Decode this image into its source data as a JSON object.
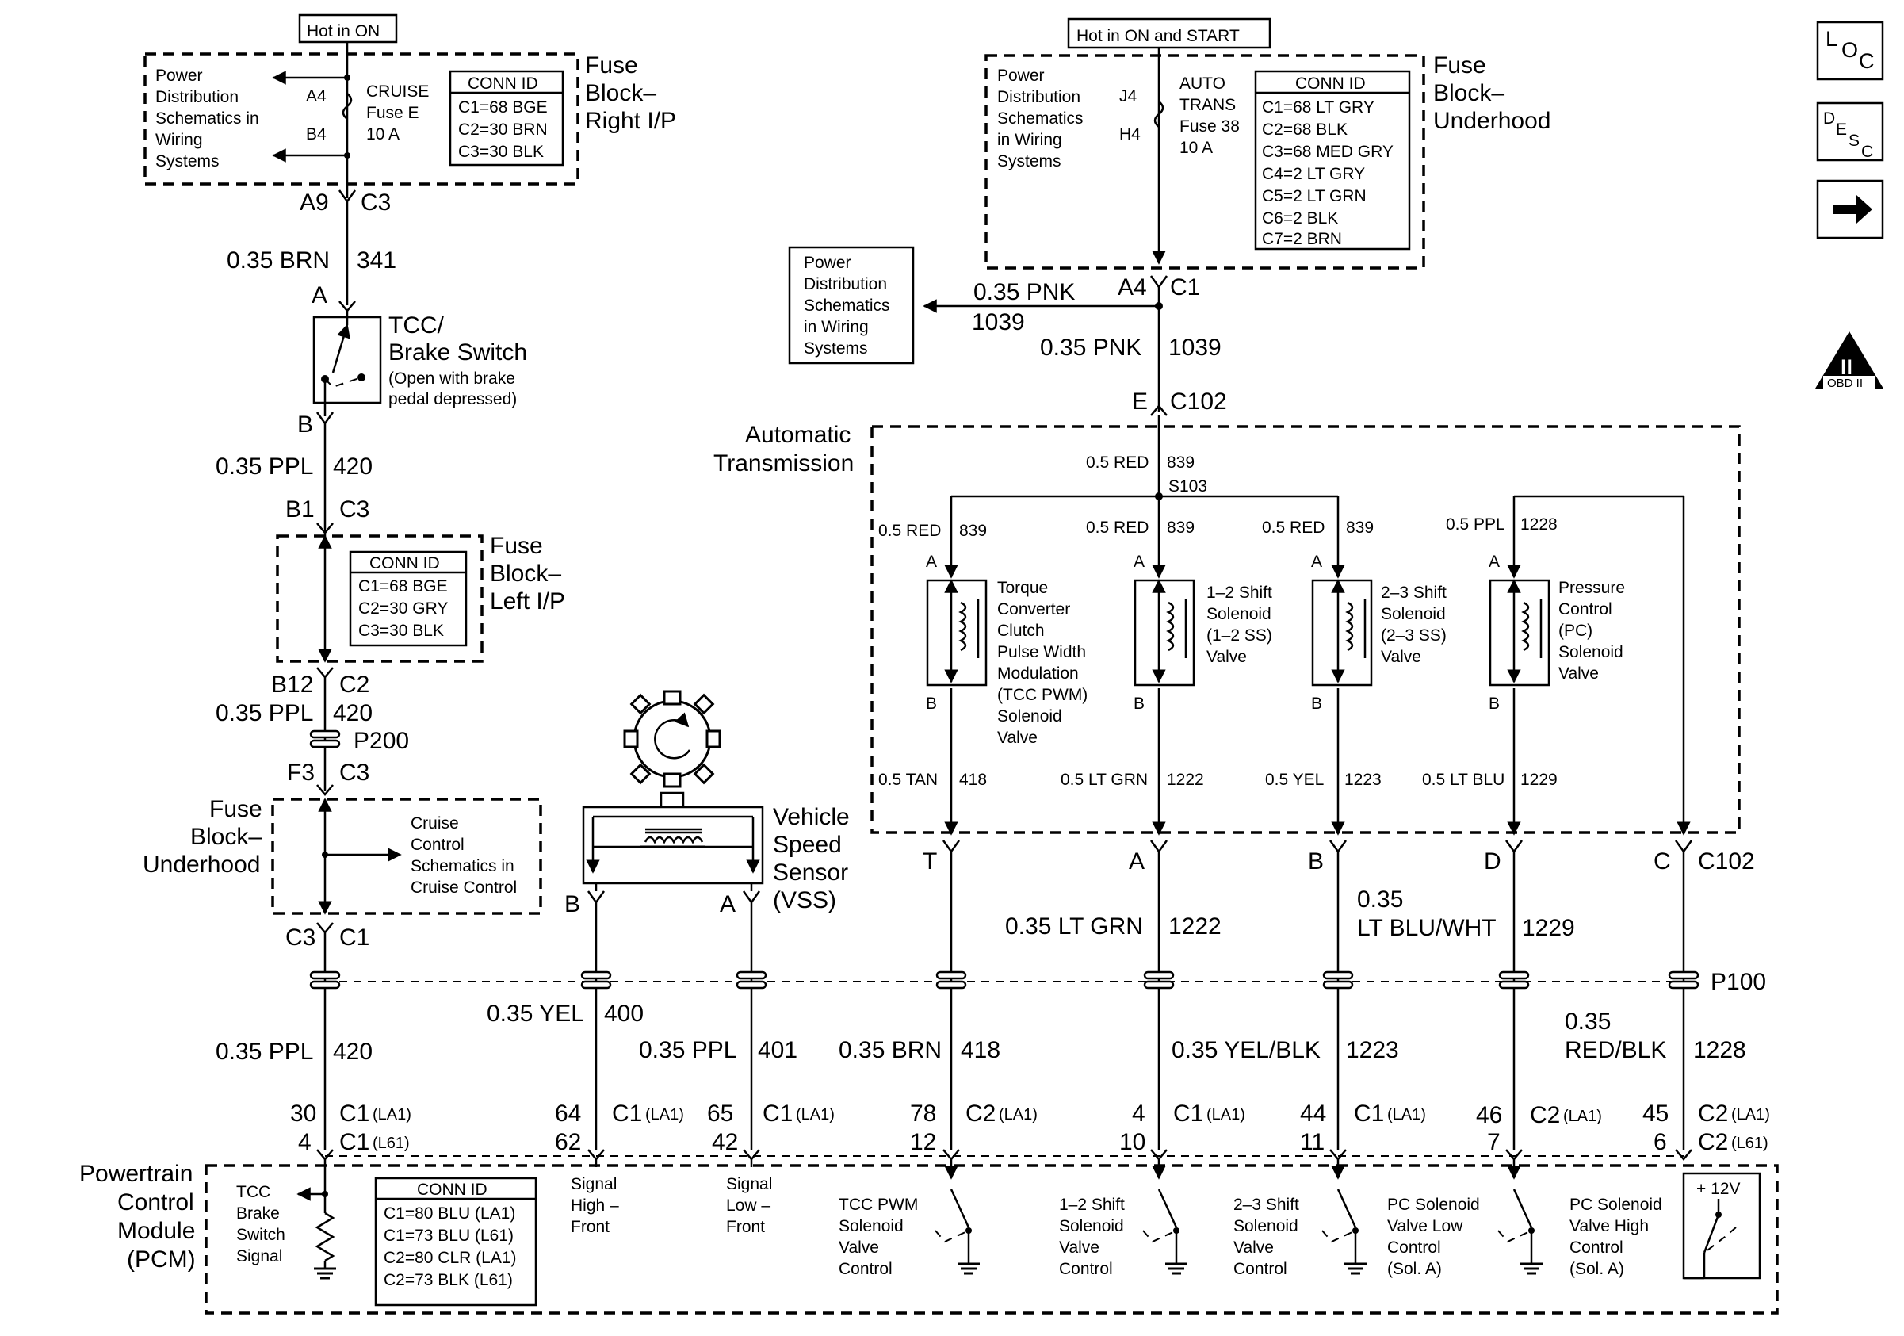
{
  "fuse_right": {
    "hot": "Hot in ON",
    "label": [
      "Fuse",
      "Block–",
      "Right I/P"
    ],
    "pd": [
      "Power",
      "Distribution",
      "Schematics in",
      "Wiring",
      "Systems"
    ],
    "pin_a": "A4",
    "pin_b": "B4",
    "fuse": [
      "CRUISE",
      "Fuse E",
      "10 A"
    ],
    "conn_title": "CONN ID",
    "conn": [
      "C1=68 BGE",
      "C2=30 BRN",
      "C3=30 BLK"
    ]
  },
  "fuse_under_top": {
    "hot": "Hot in ON and START",
    "label": [
      "Fuse",
      "Block–",
      "Underhood"
    ],
    "pd": [
      "Power",
      "Distribution",
      "Schematics",
      "in Wiring",
      "Systems"
    ],
    "pin_a": "J4",
    "pin_b": "H4",
    "fuse": [
      "AUTO",
      "TRANS",
      "Fuse 38",
      "10 A"
    ],
    "conn_title": "CONN ID",
    "conn": [
      "C1=68 LT GRY",
      "C2=68 BLK",
      "C3=68 MED GRY",
      "C4=2 LT GRY",
      "C5=2 LT GRN",
      "C6=2 BLK",
      "C7=2 BRN"
    ]
  },
  "pd_box": [
    "Power",
    "Distribution",
    "Schematics",
    "in Wiring",
    "Systems"
  ],
  "icons": {
    "loc": [
      "L",
      "O",
      "C"
    ],
    "desc": [
      "D",
      "E",
      "S",
      "C"
    ],
    "obd": "II",
    "obd_sub": "OBD II"
  },
  "left": {
    "c3_a9": "A9",
    "c3": "C3",
    "w1": "0.35 BRN",
    "w1n": "341",
    "sw_a": "A",
    "sw_b": "B",
    "switch": [
      "TCC/",
      "Brake Switch"
    ],
    "switch_note": [
      "(Open with brake",
      "pedal depressed)"
    ],
    "w2": "0.35 PPL",
    "w2n": "420",
    "b1": "B1",
    "c3b": "C3",
    "fbl_label": [
      "Fuse",
      "Block–",
      "Left I/P"
    ],
    "fbl_conn_title": "CONN ID",
    "fbl_conn": [
      "C1=68 BGE",
      "C2=30 GRY",
      "C3=30 BLK"
    ],
    "b12": "B12",
    "c2": "C2",
    "w3": "0.35 PPL",
    "w3n": "420",
    "p200": "P200",
    "f3": "F3",
    "c3c": "C3",
    "fbu_label": [
      "Fuse",
      "Block–",
      "Underhood"
    ],
    "cruise": [
      "Cruise",
      "Control",
      "Schematics in",
      "Cruise Control"
    ],
    "c3d": "C3",
    "c1": "C1",
    "w4": "0.35 PPL",
    "w4n": "420"
  },
  "vss": {
    "label": [
      "Vehicle",
      "Speed",
      "Sensor",
      "(VSS)"
    ],
    "pin_b": "B",
    "pin_a": "A",
    "wb": "0.35 YEL",
    "wbn": "400",
    "wa": "0.35 PPL",
    "wan": "401"
  },
  "trans": {
    "label": [
      "Automatic",
      "Transmission"
    ],
    "w_in": "0.35 PNK",
    "w_in_n": "1039",
    "w_pd": "0.35 PNK",
    "w_pd_n": "1039",
    "a4": "A4",
    "c1": "C1",
    "e": "E",
    "c102": "C102",
    "feed": "0.5 RED",
    "feed_n": "839",
    "splice": "S103",
    "solenoids": [
      {
        "wire": "0.5 RED",
        "wn": "839",
        "pa": "A",
        "pb": "B",
        "name": [
          "Torque",
          "Converter",
          "Clutch",
          "Pulse Width",
          "Modulation",
          "(TCC PWM)",
          "Solenoid",
          "Valve"
        ],
        "out": "0.5 TAN",
        "on": "418"
      },
      {
        "wire": "0.5 RED",
        "wn": "839",
        "pa": "A",
        "pb": "B",
        "name": [
          "1–2 Shift",
          "Solenoid",
          "(1–2 SS)",
          "Valve"
        ],
        "out": "0.5 LT GRN",
        "on": "1222"
      },
      {
        "wire": "0.5 RED",
        "wn": "839",
        "pa": "A",
        "pb": "B",
        "name": [
          "2–3 Shift",
          "Solenoid",
          "(2–3 SS)",
          "Valve"
        ],
        "out": "0.5 YEL",
        "on": "1223"
      },
      {
        "wire": "0.5 PPL",
        "wn": "1228",
        "pa": "A",
        "pb": "B",
        "name": [
          "Pressure",
          "Control",
          "(PC)",
          "Solenoid",
          "Valve"
        ],
        "out": "0.5 LT BLU",
        "on": "1229"
      }
    ],
    "pins": [
      "T",
      "A",
      "B",
      "D",
      "C"
    ],
    "c102b": "C102",
    "w_ltgrn": "0.35 LT GRN",
    "w_ltgrn_n": "1222",
    "w_ltbluwht_a": "0.35",
    "w_ltbluwht_b": "LT BLU/WHT",
    "w_ltbluwht_n": "1229"
  },
  "p100": "P100",
  "lower": {
    "w_brn": "0.35 BRN",
    "w_brn_n": "418",
    "w_yelblk": "0.35 YEL/BLK",
    "w_yelblk_n": "1223",
    "w_redblk_a": "0.35",
    "w_redblk_b": "RED/BLK",
    "w_redblk_n": "1228"
  },
  "pcm_pins": [
    {
      "top": "30",
      "bot": "4",
      "ct": "C1",
      "cts": "(LA1)",
      "cb": "C1",
      "cbs": "(L61)"
    },
    {
      "top": "64",
      "bot": "62",
      "ct": "C1",
      "cts": "(LA1)"
    },
    {
      "top": "65",
      "bot": "42",
      "ct": "C1",
      "cts": "(LA1)"
    },
    {
      "top": "78",
      "bot": "12",
      "ct": "C2",
      "cts": "(LA1)"
    },
    {
      "top": "4",
      "bot": "10",
      "ct": "C1",
      "cts": "(LA1)"
    },
    {
      "top": "44",
      "bot": "11",
      "ct": "C1",
      "cts": "(LA1)"
    },
    {
      "top": "46",
      "bot": "7",
      "ct": "C2",
      "cts": "(LA1)"
    },
    {
      "top": "45",
      "bot": "6",
      "ct": "C2",
      "cts": "(LA1)",
      "cb": "C2",
      "cbs": "(L61)"
    }
  ],
  "pcm": {
    "label": [
      "Powertrain",
      "Control",
      "Module",
      "(PCM)"
    ],
    "tcc_brake": [
      "TCC",
      "Brake",
      "Switch",
      "Signal"
    ],
    "conn_title": "CONN ID",
    "conn": [
      "C1=80 BLU (LA1)",
      "C1=73 BLU (L61)",
      "C2=80 CLR (LA1)",
      "C2=73 BLK (L61)"
    ],
    "sig_high": [
      "Signal",
      "High –",
      "Front"
    ],
    "sig_low": [
      "Signal",
      "Low –",
      "Front"
    ],
    "drivers": [
      [
        "TCC PWM",
        "Solenoid",
        "Valve",
        "Control"
      ],
      [
        "1–2 Shift",
        "Solenoid",
        "Valve",
        "Control"
      ],
      [
        "2–3 Shift",
        "Solenoid",
        "Valve",
        "Control"
      ],
      [
        "PC Solenoid",
        "Valve Low",
        "Control",
        "(Sol. A)"
      ],
      [
        "PC Solenoid",
        "Valve High",
        "Control",
        "(Sol. A)"
      ]
    ],
    "v12": "+ 12V"
  }
}
